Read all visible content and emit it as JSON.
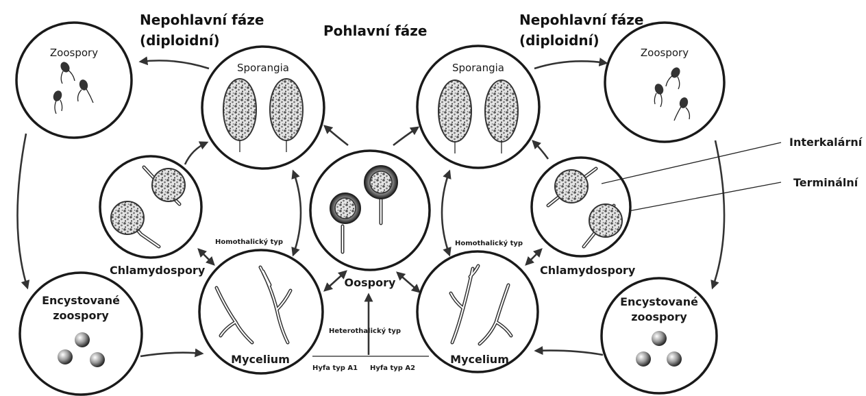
{
  "headings": {
    "asexual_left_line1": "Nepohlavní fáze",
    "asexual_left_line2": "(diploidní)",
    "sexual": "Pohlavní fáze",
    "asexual_right_line1": "Nepohlavní fáze",
    "asexual_right_line2": "(diploidní)"
  },
  "stages": {
    "zoospores_left": "Zoospory",
    "sporangia_left": "Sporangia",
    "chlamydospores_left": "Chlamydospory",
    "encysted_left_line1": "Encystované",
    "encysted_left_line2": "zoospory",
    "mycelium_left": "Mycelium",
    "oospores": "Oospory",
    "sporangia_right": "Sporangia",
    "zoospores_right": "Zoospory",
    "chlamydospores_right": "Chlamydospory",
    "encysted_right_line1": "Encystované",
    "encysted_right_line2": "zoospory",
    "mycelium_right": "Mycelium"
  },
  "annotations": {
    "homothallic_left": "Homothalický typ",
    "homothallic_right": "Homothalický typ",
    "heterothallic": "Heterothalický typ",
    "hypha_a1": "Hyfa typ A1",
    "hypha_a2": "Hyfa typ A2",
    "intercalary": "Interkalární",
    "terminal": "Terminální"
  }
}
